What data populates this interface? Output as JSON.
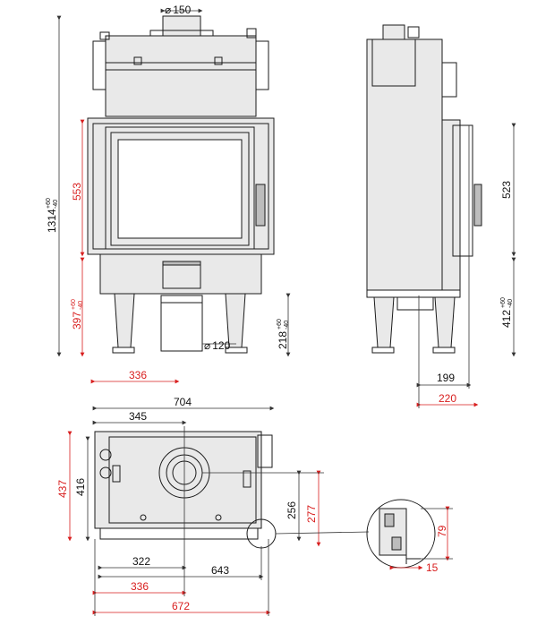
{
  "front": {
    "flue_dia": "150",
    "dia_symbol": "⌀",
    "height_total": "1314",
    "height_total_tol_plus": "+60",
    "height_total_tol_minus": "-40",
    "glass_height": "553",
    "base_height": "397",
    "base_tol_plus": "+60",
    "base_tol_minus": "-40",
    "air_inlet_dia": "120",
    "inlet_height": "218",
    "inlet_tol_plus": "+60",
    "inlet_tol_minus": "-40",
    "left_offset": "336"
  },
  "side": {
    "door_height": "523",
    "bottom_height": "412",
    "bottom_tol_plus": "+60",
    "bottom_tol_minus": "-40",
    "depth_inner": "199",
    "depth_outer": "220"
  },
  "top": {
    "width_total": "704",
    "center_offset": "345",
    "depth_437": "437",
    "depth_416": "416",
    "center_depth_256": "256",
    "center_depth_277": "277",
    "width_322": "322",
    "width_643": "643",
    "width_336": "336",
    "width_672": "672"
  },
  "detail": {
    "height_79": "79",
    "width_15": "15"
  }
}
